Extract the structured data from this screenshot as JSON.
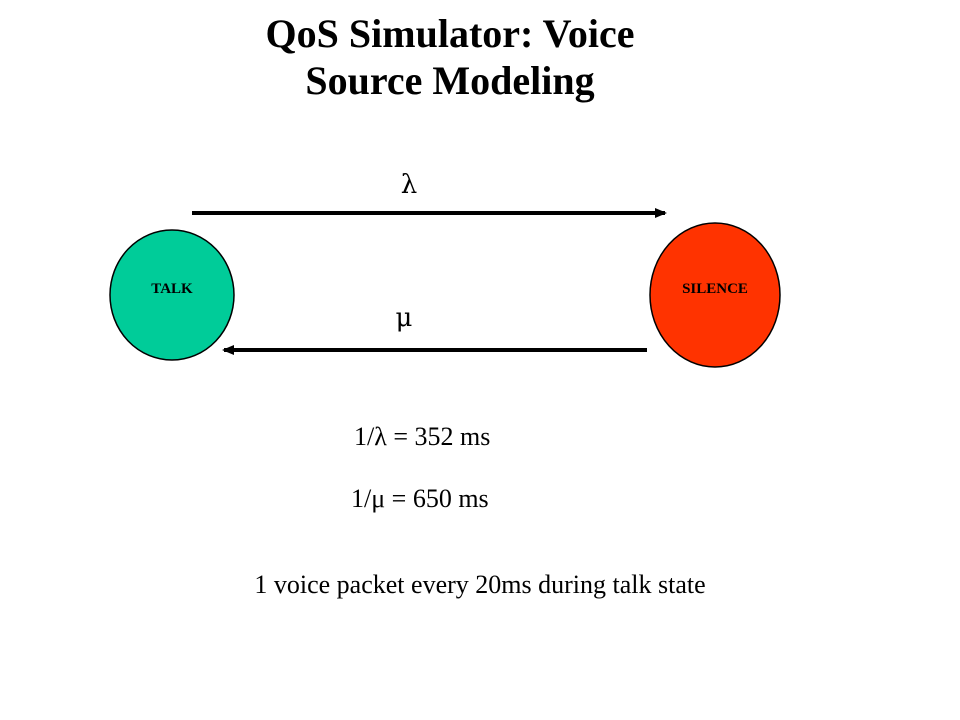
{
  "title": {
    "line1": "QoS Simulator: Voice",
    "line2": "Source Modeling"
  },
  "states": {
    "talk": {
      "label": "TALK",
      "color": "#00CC99"
    },
    "silence": {
      "label": "SILENCE",
      "color": "#FF3300"
    }
  },
  "transitions": {
    "talk_to_silence": {
      "label": "λ"
    },
    "silence_to_talk": {
      "label": "μ"
    }
  },
  "formulas": {
    "lambda": "1/λ = 352 ms",
    "mu": "1/μ = 650 ms"
  },
  "note": "1 voice packet every 20ms during talk state"
}
